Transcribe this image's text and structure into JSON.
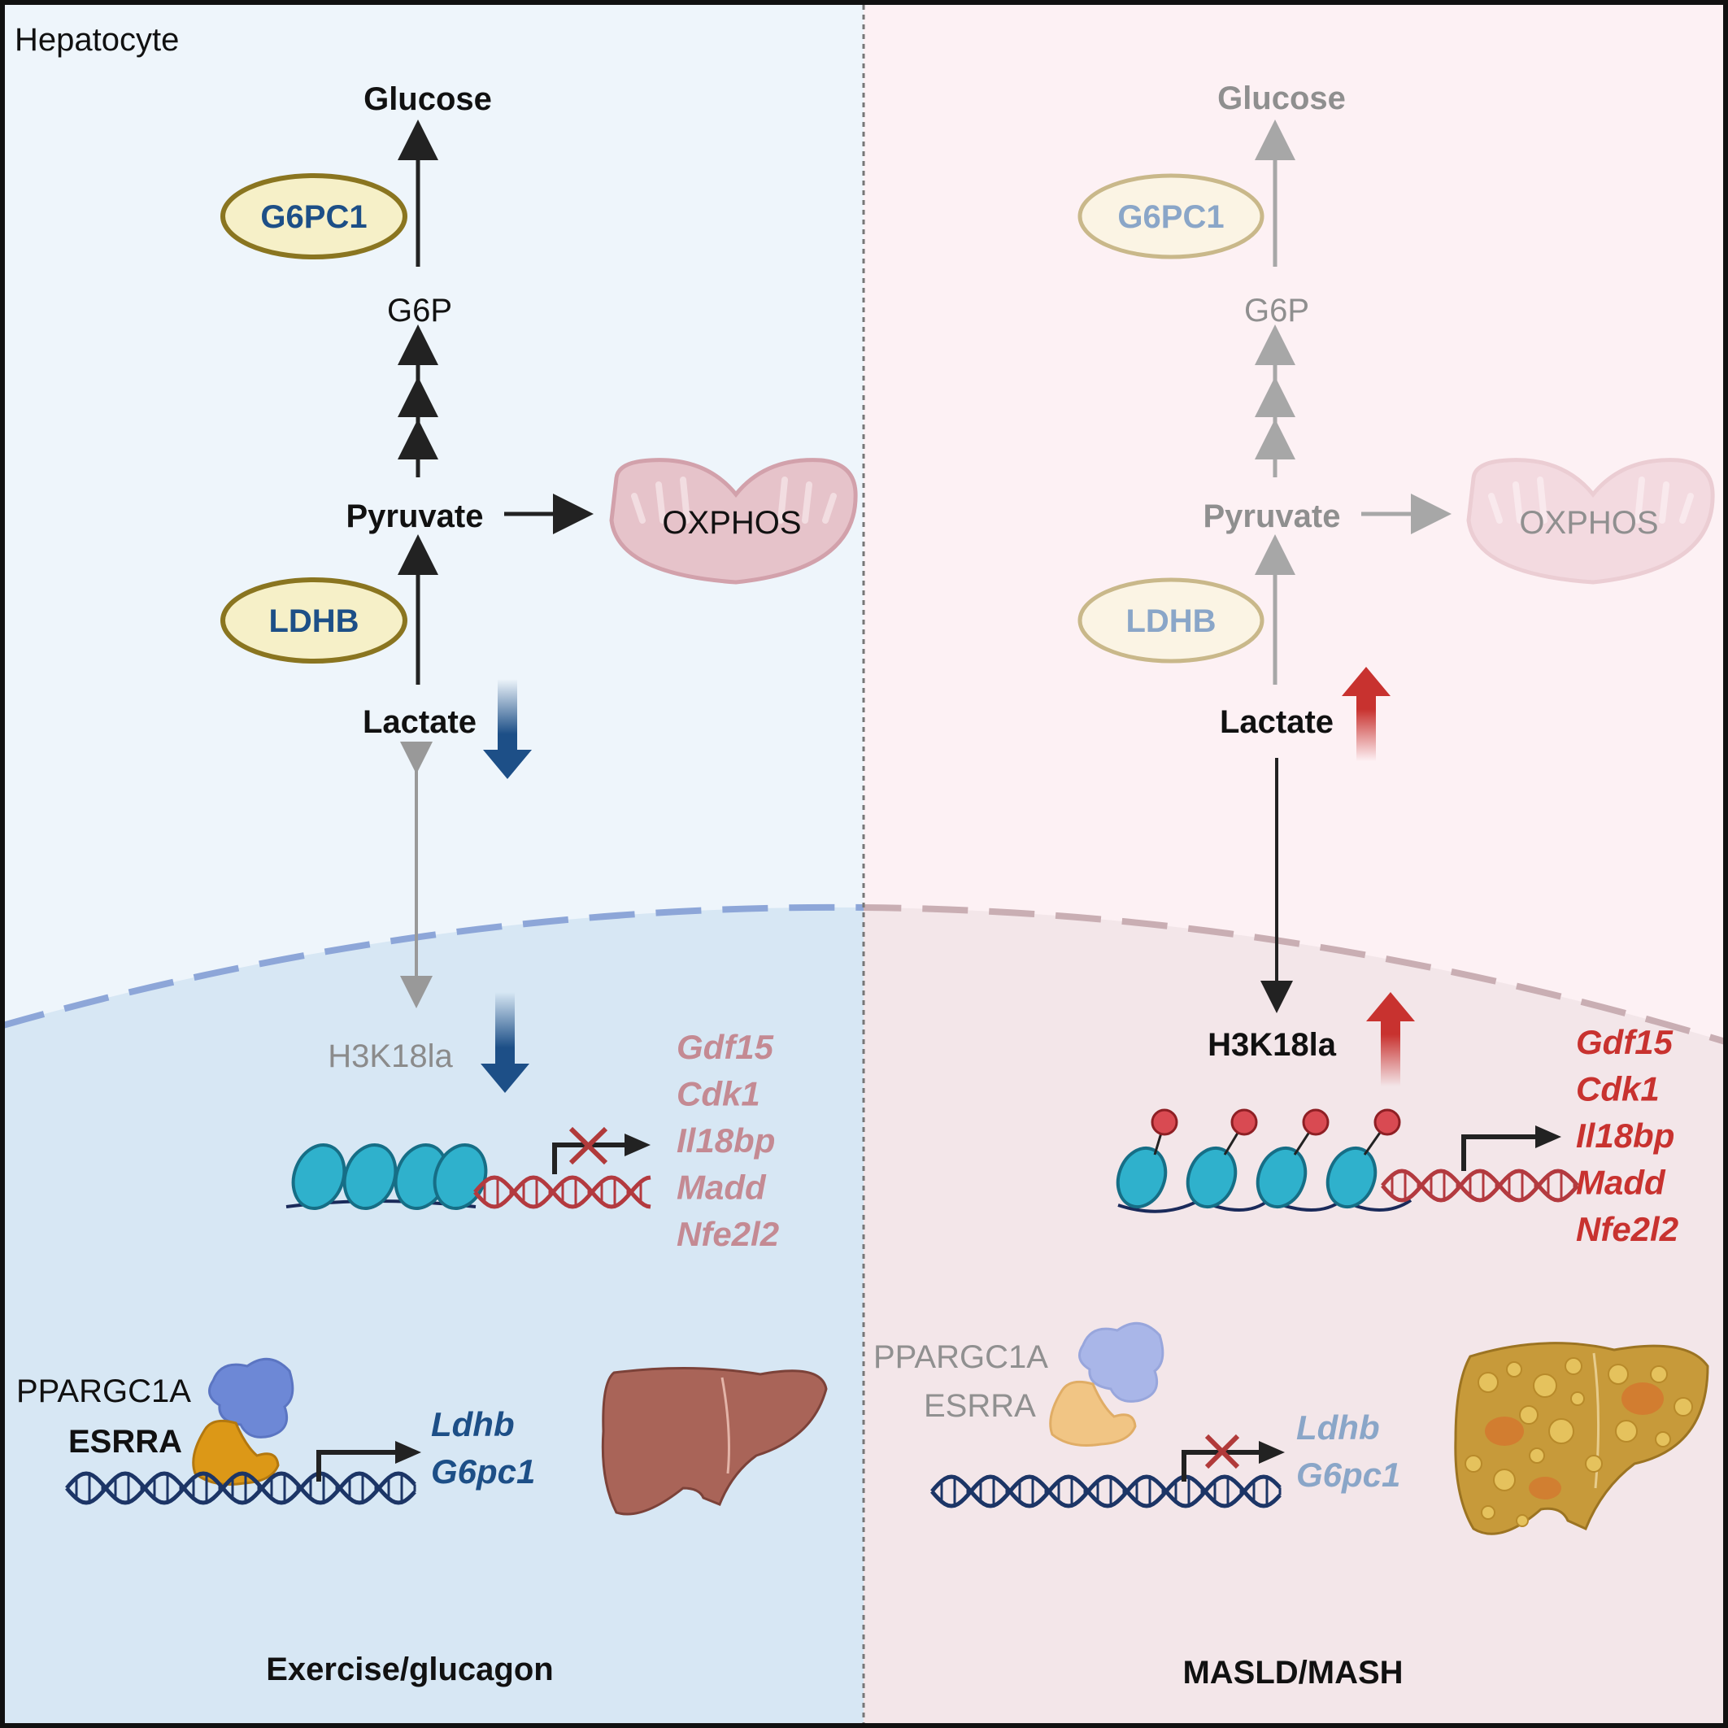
{
  "corner_label": "Hepatocyte",
  "left": {
    "condition": "Exercise/glucagon",
    "glucose": "Glucose",
    "g6pc1_enzyme": "G6PC1",
    "g6p": "G6P",
    "pyruvate": "Pyruvate",
    "oxphos": "OXPHOS",
    "ldhb_enzyme": "LDHB",
    "lactate": "Lactate",
    "h3k18la": "H3K18la",
    "target_genes": [
      "Gdf15",
      "Cdk1",
      "Il18bp",
      "Madd",
      "Nfe2l2"
    ],
    "coactivator": "PPARGC1A",
    "receptor": "ESRRA",
    "esrra_genes": [
      "Ldhb",
      "G6pc1"
    ]
  },
  "right": {
    "condition": "MASLD/MASH",
    "glucose": "Glucose",
    "g6pc1_enzyme": "G6PC1",
    "g6p": "G6P",
    "pyruvate": "Pyruvate",
    "oxphos": "OXPHOS",
    "ldhb_enzyme": "LDHB",
    "lactate": "Lactate",
    "h3k18la": "H3K18la",
    "target_genes": [
      "Gdf15",
      "Cdk1",
      "Il18bp",
      "Madd",
      "Nfe2l2"
    ],
    "coactivator": "PPARGC1A",
    "receptor": "ESRRA",
    "esrra_genes": [
      "Ldhb",
      "G6pc1"
    ]
  },
  "colors": {
    "left_bg": "#eef5fb",
    "left_nucleus": "#d7e7f4",
    "right_bg": "#fdf1f4",
    "right_nucleus": "#f3e6e9",
    "blue_text": "#1d4f87",
    "red_text": "#c8322f",
    "muted_red": "#c48a93",
    "enzyme_fill": "#f6f0c8",
    "enzyme_stroke": "#8a7520"
  }
}
